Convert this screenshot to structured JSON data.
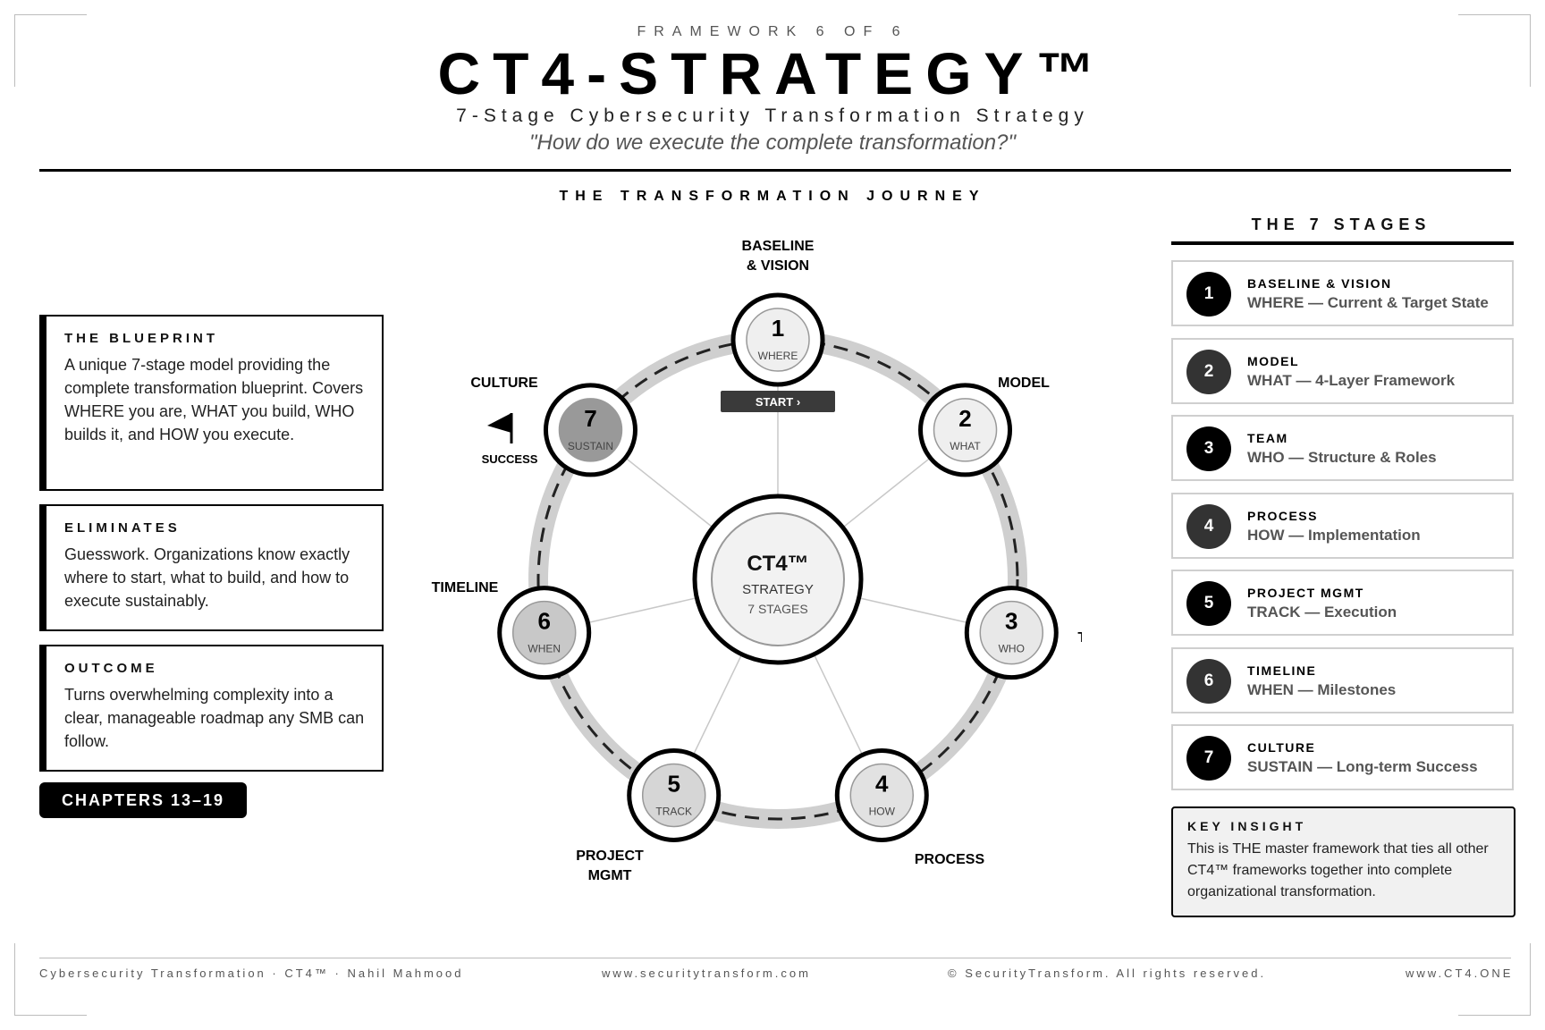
{
  "header": {
    "framework_label": "FRAMEWORK 6 OF 6",
    "title": "CT4-STRATEGY™",
    "subtitle": "7-Stage Cybersecurity Transformation Strategy",
    "question": "\"How do we execute the complete transformation?\""
  },
  "journey_title": "THE TRANSFORMATION JOURNEY",
  "left_panels": [
    {
      "heading": "THE BLUEPRINT",
      "text": "A unique 7-stage model providing the complete transformation blueprint. Covers WHERE you are, WHAT you build, WHO builds it, and HOW you execute."
    },
    {
      "heading": "ELIMINATES",
      "text": "Guesswork. Organizations know exactly where to start, what to build, and how to execute sustainably."
    },
    {
      "heading": "OUTCOME",
      "text": "Turns overwhelming complexity into a clear, manageable roadmap any SMB can follow."
    }
  ],
  "chapters_badge": "CHAPTERS 13–19",
  "wheel": {
    "center": {
      "title": "CT4™",
      "line1": "STRATEGY",
      "line2": "7 STAGES"
    },
    "start_label": "START ›",
    "success_label": "SUCCESS",
    "nodes": [
      {
        "num": "1",
        "word": "WHERE",
        "label": [
          "BASELINE",
          "& VISION"
        ]
      },
      {
        "num": "2",
        "word": "WHAT",
        "label": [
          "MODEL"
        ]
      },
      {
        "num": "3",
        "word": "WHO",
        "label": [
          "TEAM"
        ]
      },
      {
        "num": "4",
        "word": "HOW",
        "label": [
          "PROCESS"
        ]
      },
      {
        "num": "5",
        "word": "TRACK",
        "label": [
          "PROJECT",
          "MGMT"
        ]
      },
      {
        "num": "6",
        "word": "WHEN",
        "label": [
          "TIMELINE"
        ]
      },
      {
        "num": "7",
        "word": "SUSTAIN",
        "label": [
          "CULTURE"
        ]
      }
    ]
  },
  "stages_panel": {
    "title": "THE 7 STAGES",
    "items": [
      {
        "num": "1",
        "name": "BASELINE & VISION",
        "desc": "WHERE — Current & Target State",
        "color": "#000000"
      },
      {
        "num": "2",
        "name": "MODEL",
        "desc": "WHAT — 4-Layer Framework",
        "color": "#333333"
      },
      {
        "num": "3",
        "name": "TEAM",
        "desc": "WHO — Structure & Roles",
        "color": "#000000"
      },
      {
        "num": "4",
        "name": "PROCESS",
        "desc": "HOW — Implementation",
        "color": "#333333"
      },
      {
        "num": "5",
        "name": "PROJECT MGMT",
        "desc": "TRACK — Execution",
        "color": "#000000"
      },
      {
        "num": "6",
        "name": "TIMELINE",
        "desc": "WHEN — Milestones",
        "color": "#333333"
      },
      {
        "num": "7",
        "name": "CULTURE",
        "desc": "SUSTAIN — Long-term Success",
        "color": "#000000"
      }
    ]
  },
  "insight": {
    "heading": "KEY INSIGHT",
    "text": "This is THE master framework that ties all other CT4™ frameworks together into complete organizational transformation."
  },
  "footer": {
    "left": "Cybersecurity Transformation · CT4™ · Nahil Mahmood",
    "mid": "www.securitytransform.com",
    "right_mid": "© SecurityTransform. All rights reserved.",
    "right": "www.CT4.ONE"
  }
}
